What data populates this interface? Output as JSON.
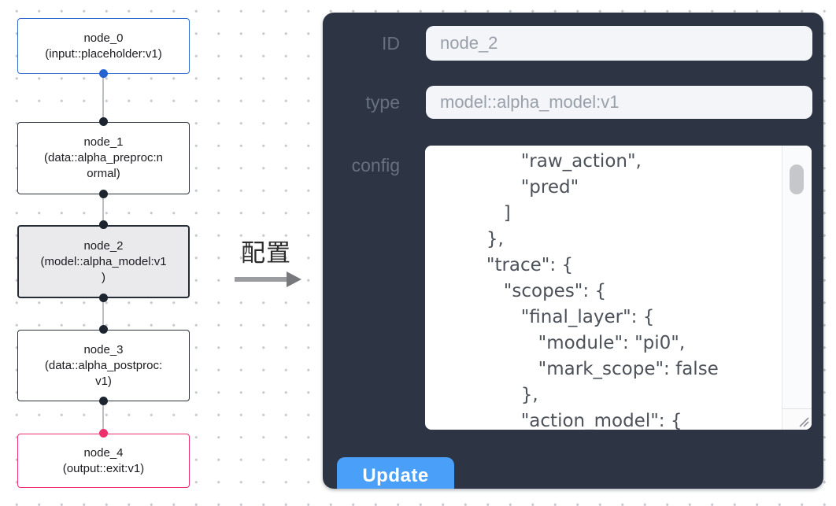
{
  "graph": {
    "nodes": [
      {
        "id": "node_0",
        "title": "node_0",
        "subtitle": "(input::placeholder:v1)",
        "role": "input"
      },
      {
        "id": "node_1",
        "title": "node_1",
        "subtitle": "(data::alpha_preproc:n\normal)",
        "role": "data"
      },
      {
        "id": "node_2",
        "title": "node_2",
        "subtitle": "(model::alpha_model:v1\n)",
        "role": "model",
        "selected": true
      },
      {
        "id": "node_3",
        "title": "node_3",
        "subtitle": "(data::alpha_postproc:\nv1)",
        "role": "data"
      },
      {
        "id": "node_4",
        "title": "node_4",
        "subtitle": "(output::exit:v1)",
        "role": "output"
      }
    ]
  },
  "annotation": {
    "label": "配置"
  },
  "panel": {
    "id_label": "ID",
    "id_value": "node_2",
    "type_label": "type",
    "type_value": "model::alpha_model:v1",
    "config_label": "config",
    "config_text": "            \"raw_action\",\n            \"pred\"\n         ]\n      },\n      \"trace\": {\n         \"scopes\": {\n            \"final_layer\": {\n               \"module\": \"pi0\",\n               \"mark_scope\": false\n            },\n            \"action_model\": {",
    "update_label": "Update"
  },
  "colors": {
    "input_node_border": "#2e6bd0",
    "output_node_border": "#ee2f6e",
    "default_node_border": "#2c313b",
    "selected_node_bg": "#eaeaec",
    "panel_bg": "#2d3544",
    "update_button": "#4a9ff8",
    "port_default": "#1c2430",
    "port_input": "#2563d0",
    "port_output": "#ee2f6e"
  }
}
